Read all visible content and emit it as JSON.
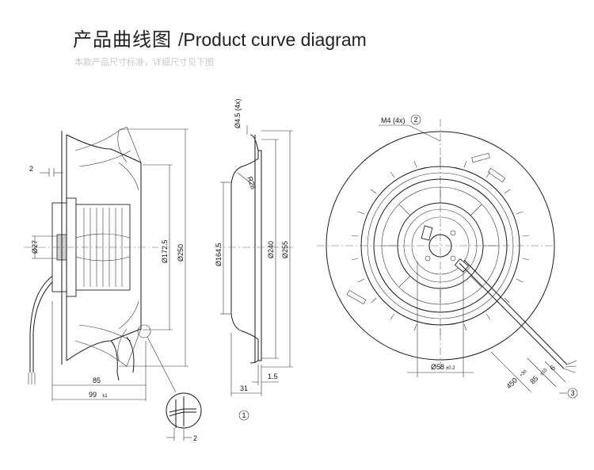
{
  "header": {
    "title_cn": "产品曲线图",
    "title_en": "/Product curve diagram",
    "subtitle": "本款产品尺寸标准，详细尺寸见下图"
  },
  "side_view": {
    "dims": {
      "d2_top": "2",
      "d27": "Ø27",
      "d1725": "Ø172.5",
      "d250": "Ø250",
      "d85": "85",
      "d99": "99",
      "d99_tol": "±1"
    }
  },
  "detail_view": {
    "dim_2": "2"
  },
  "ring_view": {
    "dims": {
      "d45": "Ø4.5 (4x)",
      "r28": "R28",
      "d1645": "Ø164.5",
      "d240": "Ø240",
      "d255": "Ø255",
      "d31": "31",
      "d15": "1.5"
    },
    "note": "1"
  },
  "front_view": {
    "dims": {
      "m4": "M4 (4x)",
      "note2": "2",
      "d58": "Ø58",
      "d58_tol": "±0.2",
      "len450": "450",
      "len450_tol": "+30",
      "len85": "85",
      "len85_tol": "±10",
      "len6": "6",
      "note3": "3"
    }
  }
}
